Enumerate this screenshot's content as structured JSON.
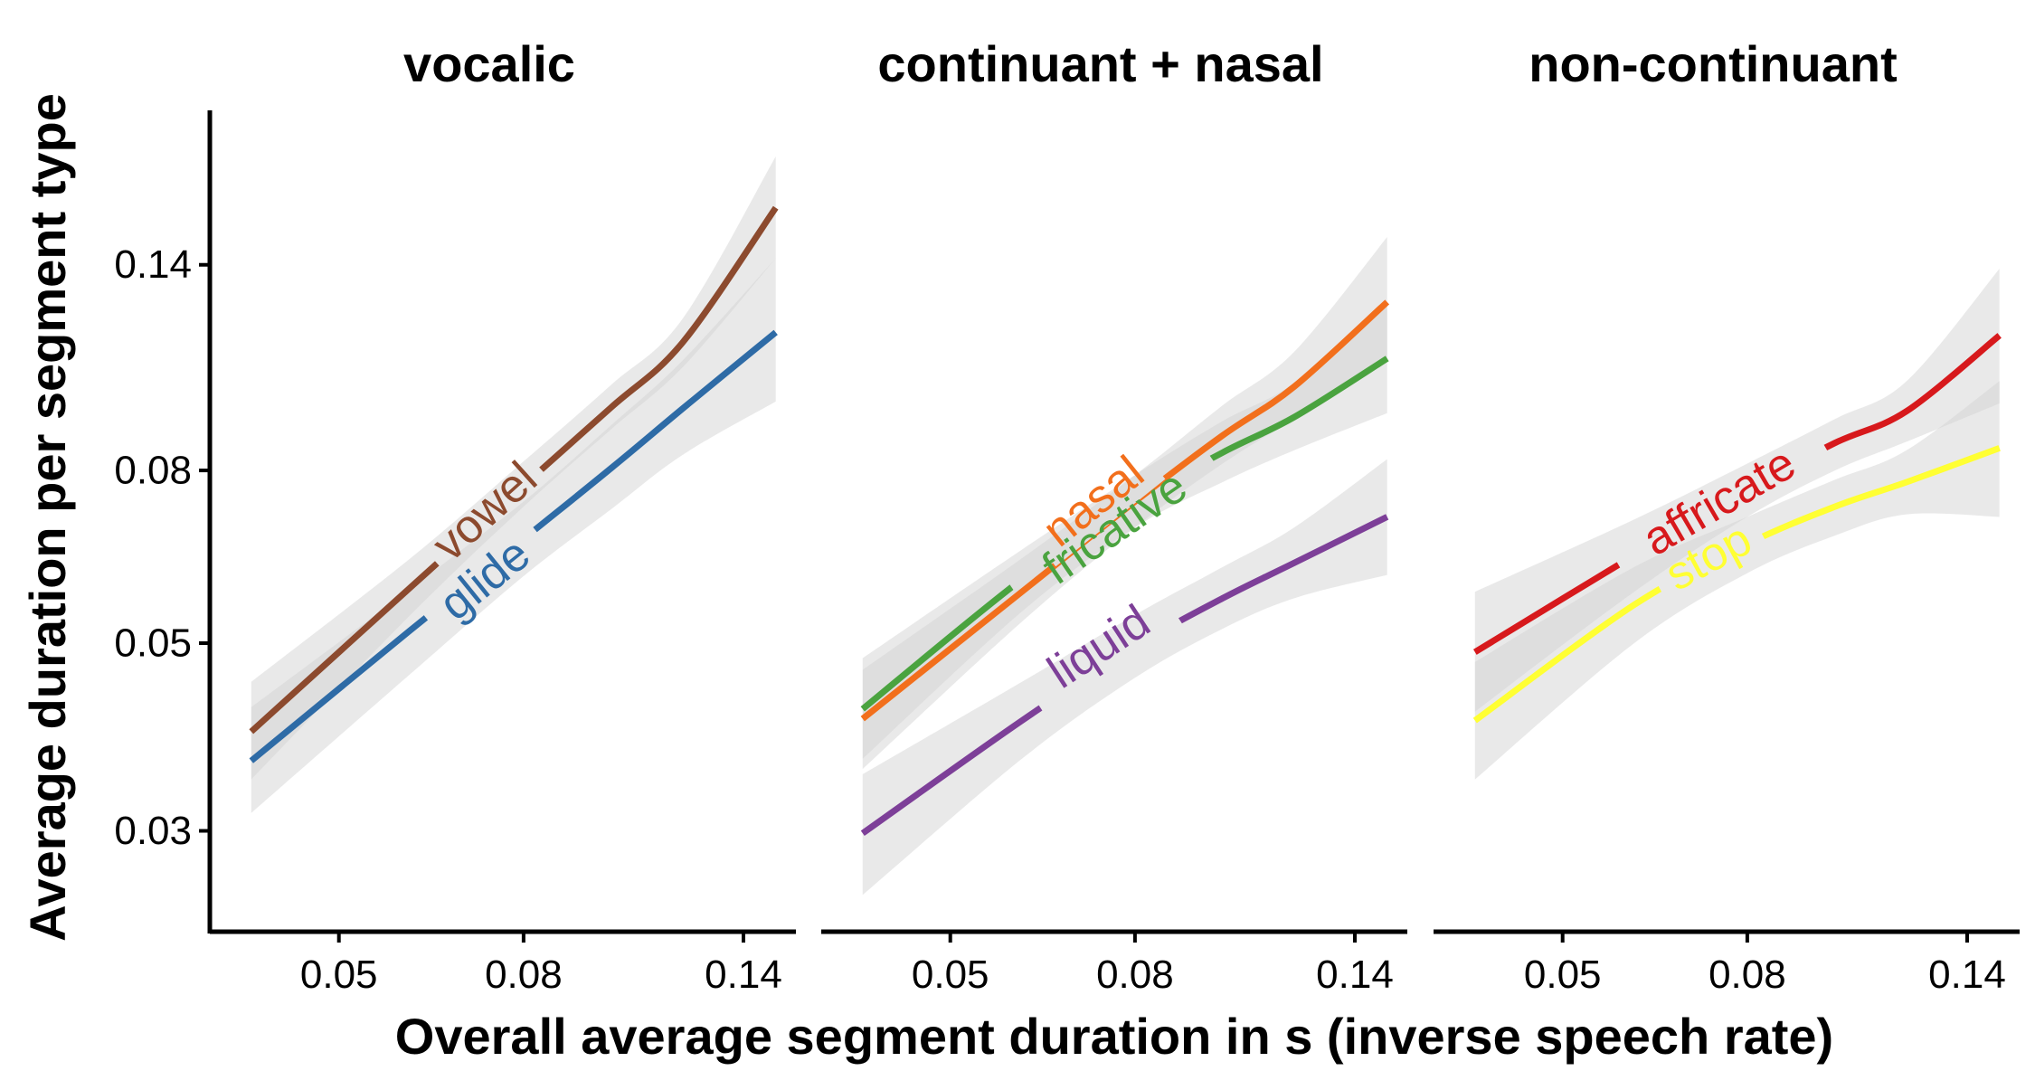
{
  "chart_data": {
    "type": "line",
    "xlabel": "Overall average segment duration in s (inverse speech rate)",
    "ylabel": "Average duration per segment type",
    "scale": "log",
    "x_ticks": [
      "0.05",
      "0.08",
      "0.14"
    ],
    "y_ticks": [
      "0.03",
      "0.05",
      "0.08",
      "0.14"
    ],
    "x_tick_values": [
      0.05,
      0.08,
      0.14
    ],
    "y_tick_values": [
      0.03,
      0.05,
      0.08,
      0.14
    ],
    "xlim": [
      0.036,
      0.16
    ],
    "ylim": [
      0.0228,
      0.225
    ],
    "confidence_band_color": "#d3d3d3",
    "facets": [
      {
        "title": "vocalic",
        "series": [
          {
            "name": "vowel",
            "color": "#8c4a2e",
            "x": [
              0.04,
              0.06,
              0.08,
              0.1,
              0.12,
              0.152
            ],
            "y": [
              0.0393,
              0.0582,
              0.0768,
              0.095,
              0.1134,
              0.1635
            ],
            "ci_lower": [
              0.0345,
              0.054,
              0.0725,
              0.0895,
              0.106,
              0.1425
            ],
            "ci_upper": [
              0.045,
              0.063,
              0.082,
              0.101,
              0.121,
              0.188
            ],
            "label_x": 0.0725,
            "label_y": 0.0715
          },
          {
            "name": "glide",
            "color": "#2e6ba6",
            "x": [
              0.04,
              0.06,
              0.08,
              0.1,
              0.12,
              0.152
            ],
            "y": [
              0.0363,
              0.0518,
              0.0664,
              0.0805,
              0.0947,
              0.1165
            ],
            "ci_lower": [
              0.0315,
              0.046,
              0.06,
              0.072,
              0.0835,
              0.0965
            ],
            "ci_upper": [
              0.042,
              0.058,
              0.0735,
              0.0905,
              0.108,
              0.1425
            ],
            "label_x": 0.0725,
            "label_y": 0.0595
          }
        ]
      },
      {
        "title": "continuant + nasal",
        "series": [
          {
            "name": "nasal",
            "color": "#f26f1c",
            "x": [
              0.04,
              0.06,
              0.08,
              0.1,
              0.12,
              0.152
            ],
            "y": [
              0.0407,
              0.0575,
              0.0735,
              0.088,
              0.1005,
              0.1265
            ],
            "ci_lower": [
              0.0355,
              0.053,
              0.0685,
              0.0815,
              0.092,
              0.1075
            ],
            "ci_upper": [
              0.0465,
              0.063,
              0.079,
              0.0955,
              0.1105,
              0.151
            ],
            "label_x": 0.072,
            "label_y": 0.0735
          },
          {
            "name": "fricative",
            "color": "#4aa33f",
            "x": [
              0.04,
              0.06,
              0.08,
              0.1,
              0.12,
              0.152
            ],
            "y": [
              0.0418,
              0.0595,
              0.0735,
              0.084,
              0.0925,
              0.1085
            ],
            "ci_lower": [
              0.0365,
              0.0545,
              0.0685,
              0.0775,
              0.0845,
              0.0935
            ],
            "ci_upper": [
              0.048,
              0.0645,
              0.079,
              0.0915,
              0.1015,
              0.1265
            ],
            "label_x": 0.076,
            "label_y": 0.0685
          },
          {
            "name": "liquid",
            "color": "#7d3f98",
            "x": [
              0.04,
              0.06,
              0.08,
              0.1,
              0.12,
              0.152
            ],
            "y": [
              0.0298,
              0.0405,
              0.0495,
              0.0565,
              0.0622,
              0.0705
            ],
            "ci_lower": [
              0.0252,
              0.0365,
              0.0455,
              0.052,
              0.0565,
              0.0602
            ],
            "ci_upper": [
              0.035,
              0.045,
              0.054,
              0.0615,
              0.0685,
              0.0825
            ],
            "label_x": 0.073,
            "label_y": 0.0495
          }
        ]
      },
      {
        "title": "non-continuant",
        "series": [
          {
            "name": "affricate",
            "color": "#d7191c",
            "x": [
              0.04,
              0.06,
              0.08,
              0.1,
              0.12,
              0.152
            ],
            "y": [
              0.0488,
              0.0635,
              0.076,
              0.0862,
              0.094,
              0.1155
            ],
            "ci_lower": [
              0.0415,
              0.0575,
              0.0705,
              0.08,
              0.0865,
              0.096
            ],
            "ci_upper": [
              0.0575,
              0.07,
              0.0815,
              0.092,
              0.102,
              0.1385
            ],
            "label_x": 0.0745,
            "label_y": 0.0735
          },
          {
            "name": "stop",
            "color": "#ffff33",
            "x": [
              0.04,
              0.06,
              0.08,
              0.1,
              0.12,
              0.152
            ],
            "y": [
              0.0405,
              0.0555,
              0.0655,
              0.0725,
              0.0775,
              0.085
            ],
            "ci_lower": [
              0.0345,
              0.05,
              0.0605,
              0.067,
              0.071,
              0.0705
            ],
            "ci_upper": [
              0.0475,
              0.0615,
              0.0705,
              0.078,
              0.0845,
              0.102
            ],
            "label_x": 0.0725,
            "label_y": 0.0632
          }
        ]
      }
    ]
  }
}
